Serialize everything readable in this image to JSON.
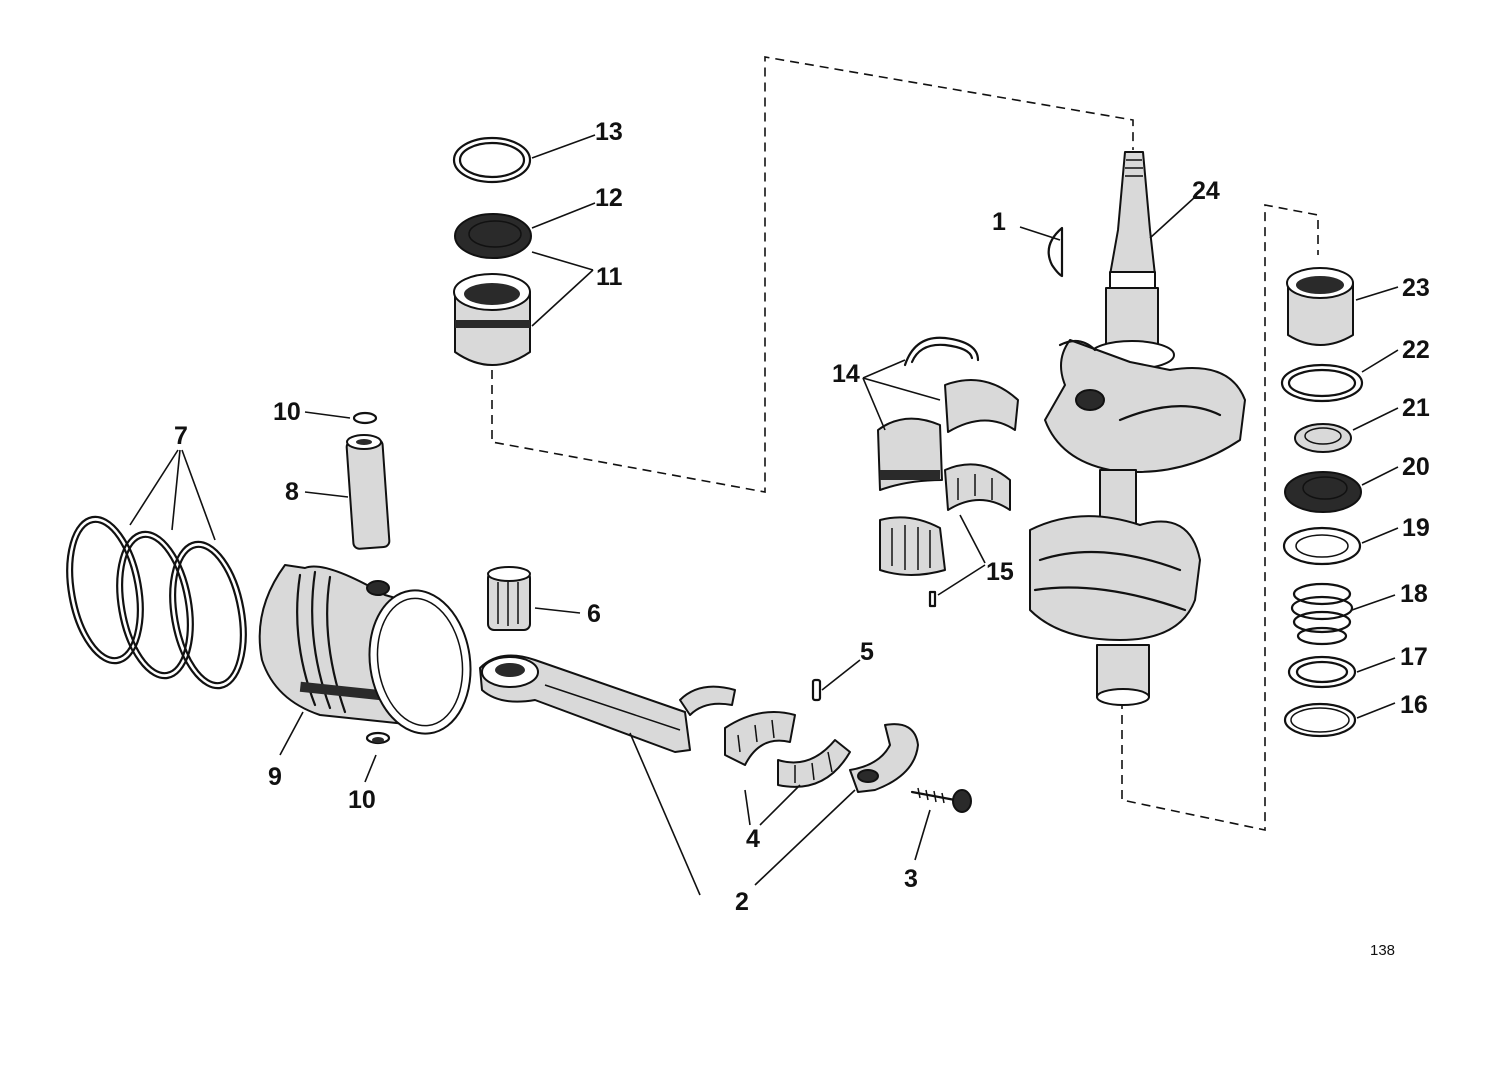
{
  "figure_number": "138",
  "callouts": {
    "c1": "1",
    "c2": "2",
    "c3": "3",
    "c4": "4",
    "c5": "5",
    "c6": "6",
    "c7": "7",
    "c8": "8",
    "c9": "9",
    "c10a": "10",
    "c10b": "10",
    "c11": "11",
    "c12": "12",
    "c13": "13",
    "c14": "14",
    "c15": "15",
    "c16": "16",
    "c17": "17",
    "c18": "18",
    "c19": "19",
    "c20": "20",
    "c21": "21",
    "c22": "22",
    "c23": "23",
    "c24": "24"
  }
}
